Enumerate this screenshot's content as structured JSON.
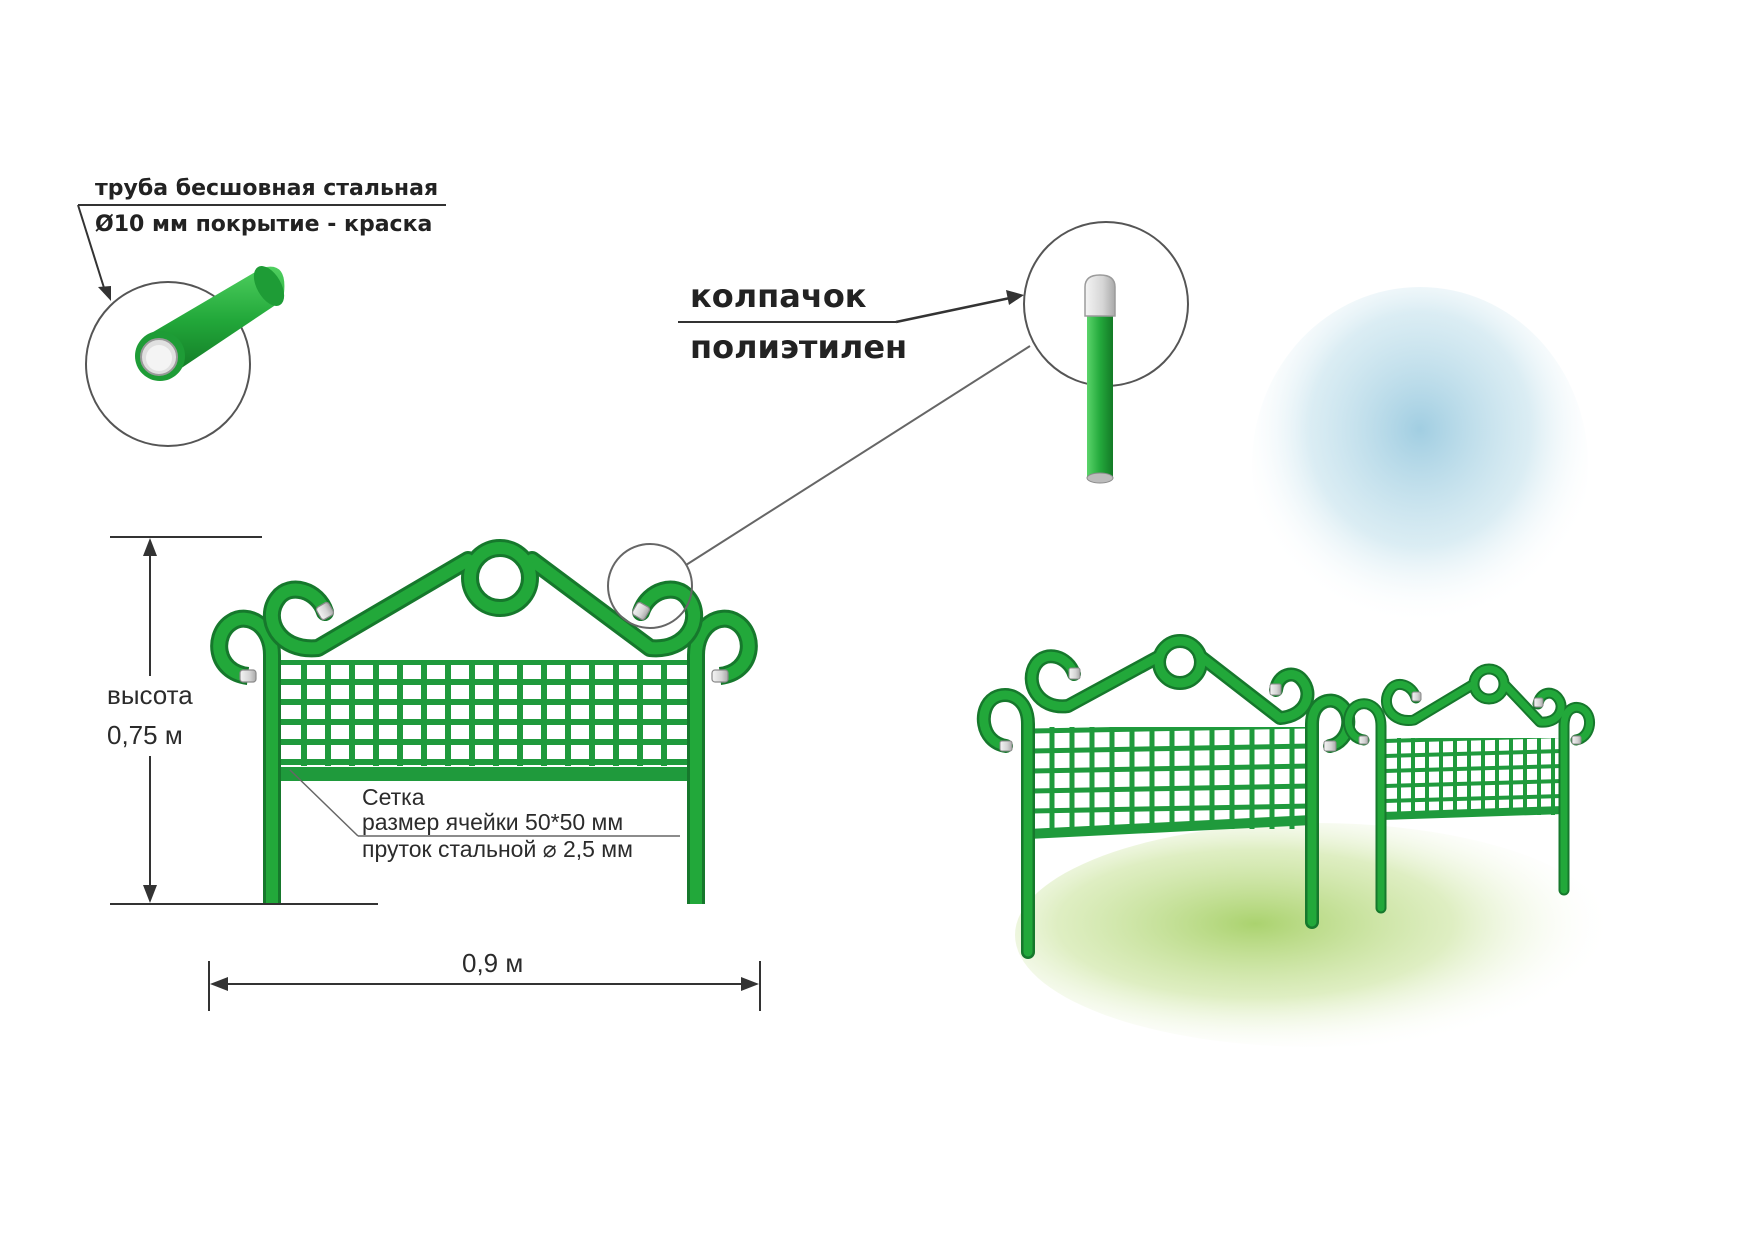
{
  "labels": {
    "pipe_line1": "труба бесшовная стальная",
    "pipe_line2": "Ø10 мм покрытие - краска",
    "cap_line1": "колпачок",
    "cap_line2": "полиэтилен",
    "height_word": "высота",
    "height_value": "0,75 м",
    "width_value": "0,9 м",
    "mesh_line1": "Сетка",
    "mesh_line2": "размер ячейки 50*50 мм",
    "mesh_line3": "пруток стальной  ⌀ 2,5 мм"
  },
  "colors": {
    "frame_green": "#1f9a3c",
    "cap_gray": "#d9d9d9",
    "sky_blue": "#a9d3e3",
    "grass_green": "#a8d36b"
  }
}
